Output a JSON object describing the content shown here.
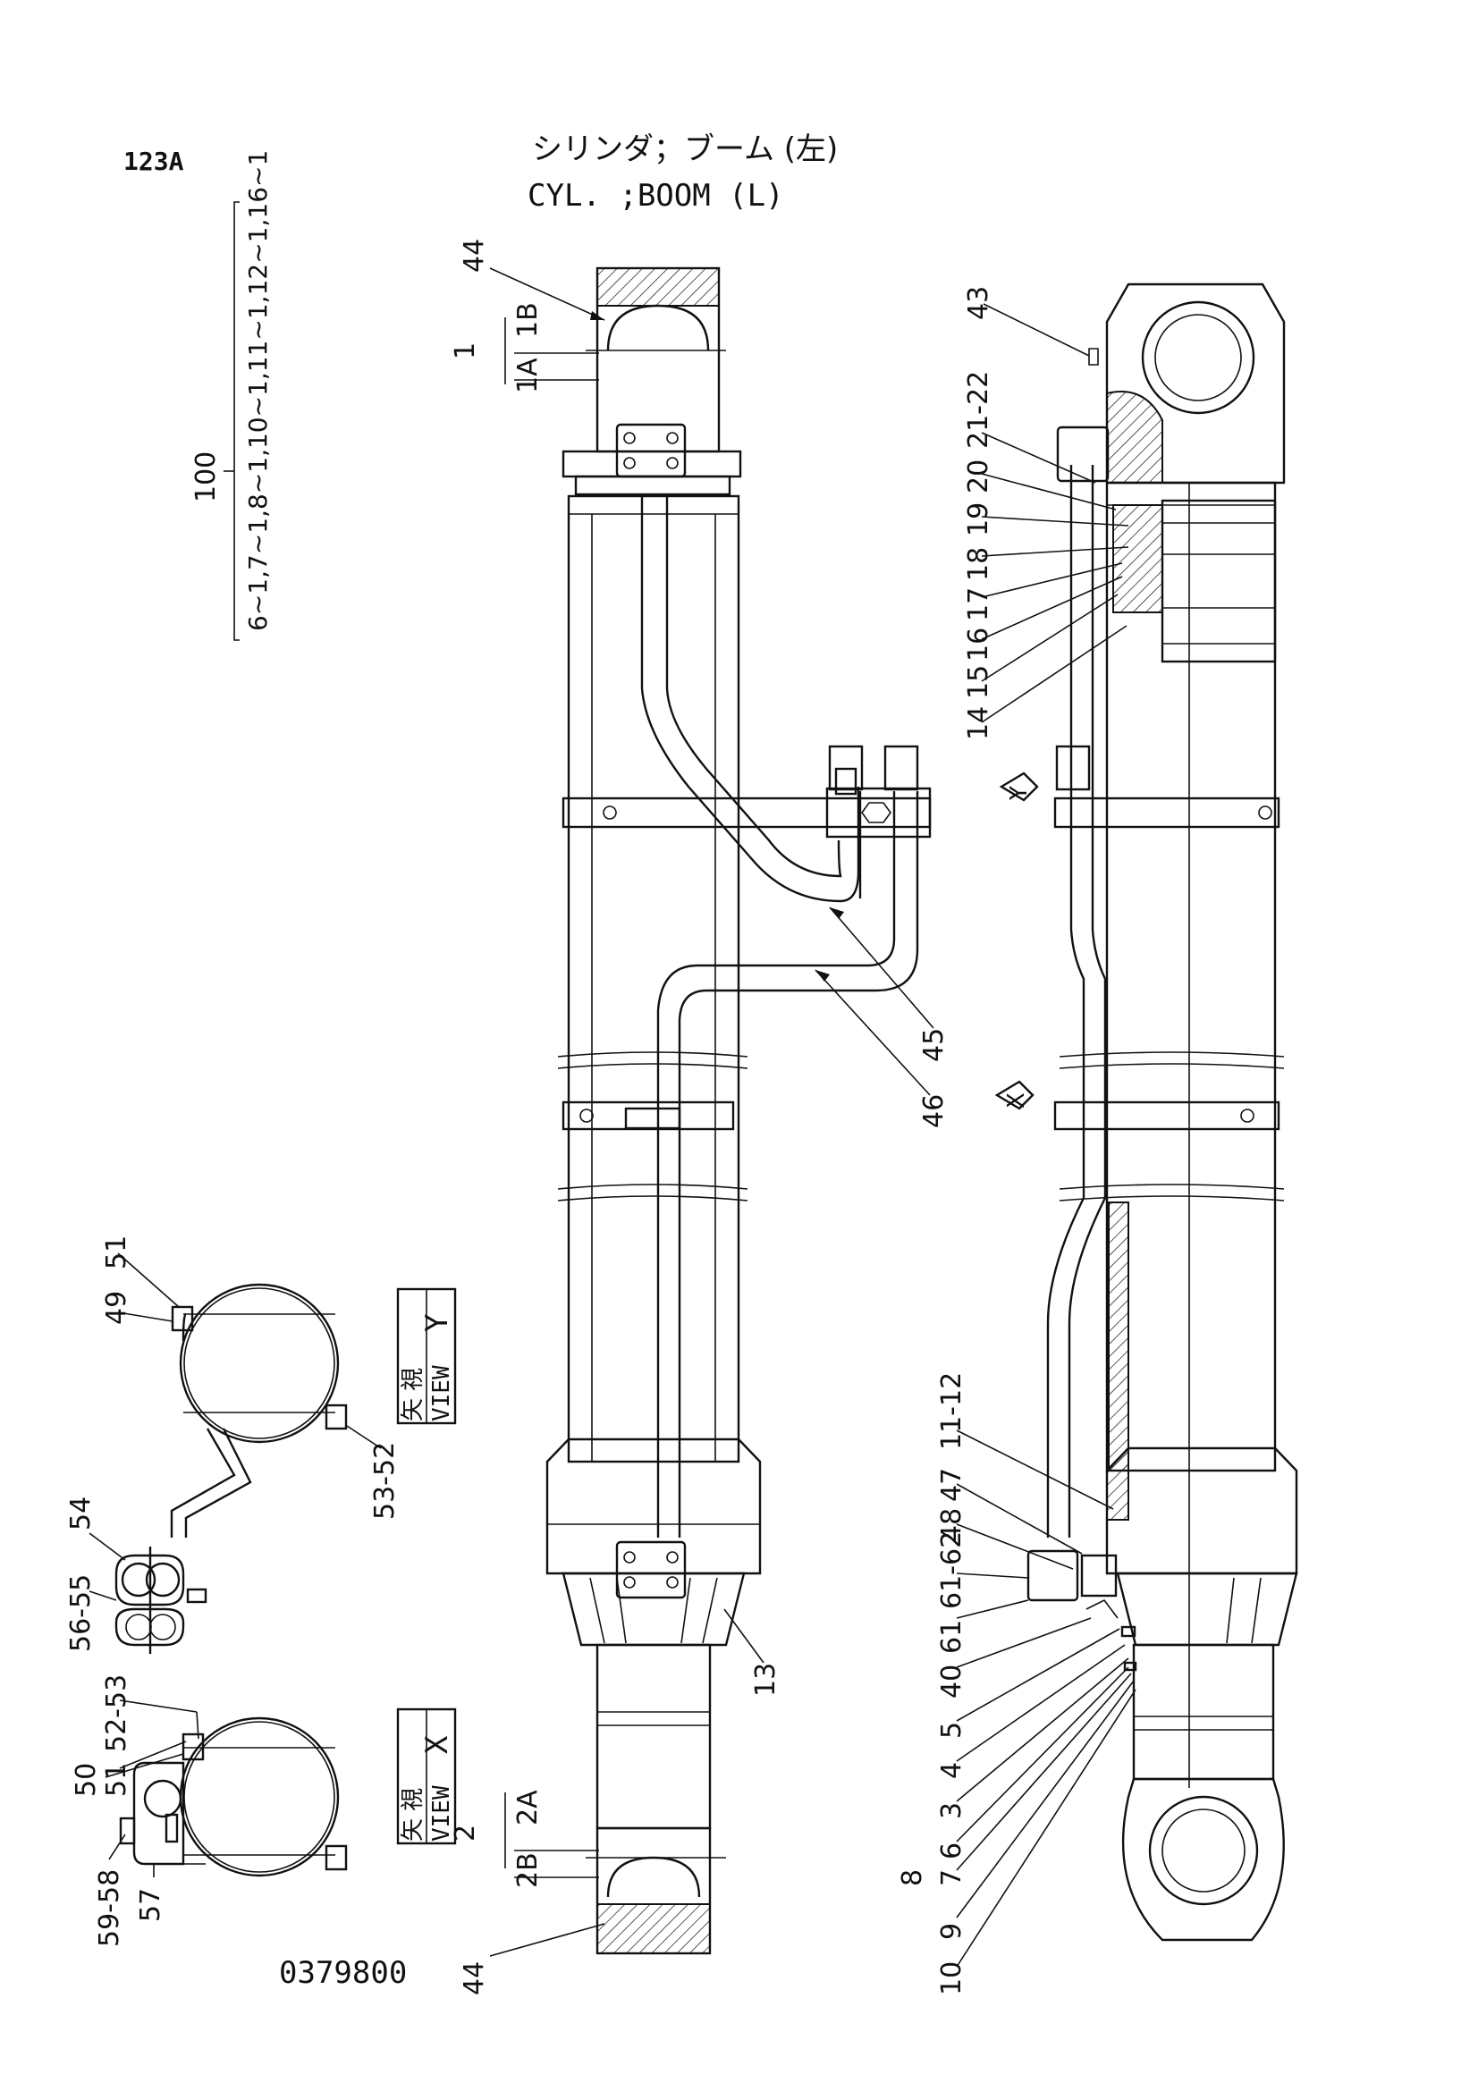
{
  "sheet": {
    "page_ref": "123A",
    "title_jp": "シリンダ；ブーム (左)",
    "title_en": "CYL. ;BOOM (L)",
    "drawing_number": "0379800"
  },
  "assembly": {
    "number": "100",
    "includes": "6~1,7~1,8~1,10~1,11~1,12~1,16~1"
  },
  "views": {
    "view_y": {
      "jp": "矢 視",
      "en": "VIEW",
      "letter": "Y"
    },
    "view_x": {
      "jp": "矢 視",
      "en": "VIEW",
      "letter": "X"
    },
    "marker_y": "Y",
    "marker_x": "X"
  },
  "callouts": {
    "c44_top": "44",
    "c1": "1",
    "c1a": "1A",
    "c1b": "1B",
    "c45": "45",
    "c46": "46",
    "c13": "13",
    "c2": "2",
    "c2a": "2A",
    "c2b": "2B",
    "c44_bottom": "44",
    "c43": "43",
    "c21_22": "21-22",
    "c20": "20",
    "c19": "19",
    "c18": "18",
    "c17": "17",
    "c16": "16",
    "c15": "15",
    "c14": "14",
    "c11_12": "11-12",
    "c47": "47",
    "c48": "48",
    "c61_62": "61-62",
    "c61": "61",
    "c40": "40",
    "c5": "5",
    "c4": "4",
    "c3": "3",
    "c6": "6",
    "c8": "8",
    "c7": "7",
    "c9": "9",
    "c10": "10",
    "c51_y": "51",
    "c49": "49",
    "c53_52_y": "53-52",
    "c54": "54",
    "c56_55": "56-55",
    "c52_53_x": "52-53",
    "c51_x": "51",
    "c50": "50",
    "c59_58": "59-58",
    "c57": "57"
  }
}
